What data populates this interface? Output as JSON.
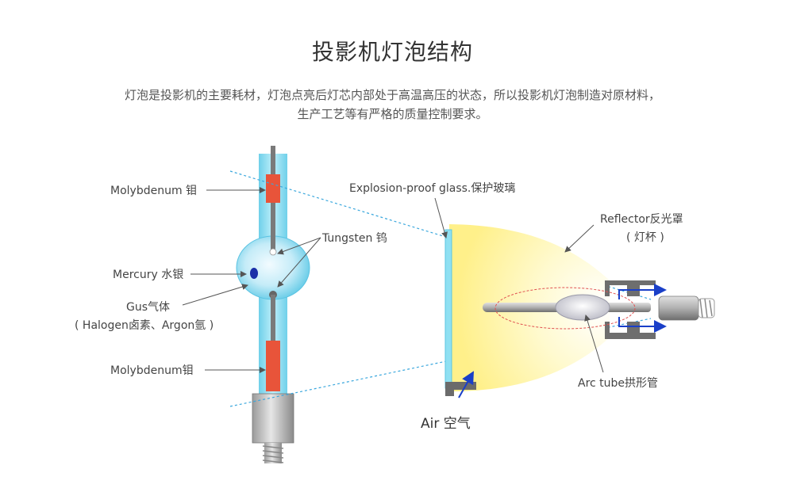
{
  "title": "投影机灯泡结构",
  "description_line1": "灯泡是投影机的主要耗材，灯泡点亮后灯芯内部处于高温高压的状态，所以投影机灯泡制造对原材料，",
  "description_line2": "生产工艺等有严格的质量控制要求。",
  "labels": {
    "molybdenum_top": "Molybdenum 钼",
    "tungsten": "Tungsten 钨",
    "mercury": "Mercury 水银",
    "gas_line1": "Gus气体",
    "gas_line2": "( Halogen卤素、Argon氩 )",
    "molybdenum_bottom": "Molybdenum钼",
    "explosion_glass": "Explosion-proof glass.保护玻璃",
    "reflector_line1": "Reflector反光罩",
    "reflector_line2": "( 灯杯 )",
    "arc_tube": "Arc  tube拱形管",
    "air": "Air 空气"
  },
  "colors": {
    "tube": "#7fd8ee",
    "molybdenum": "#e8543a",
    "reflector": "#fff2a0",
    "air_arrow": "#1a3fc8",
    "dotted_line": "#3aa7dd",
    "mercury_dot": "#1b2fa8"
  }
}
